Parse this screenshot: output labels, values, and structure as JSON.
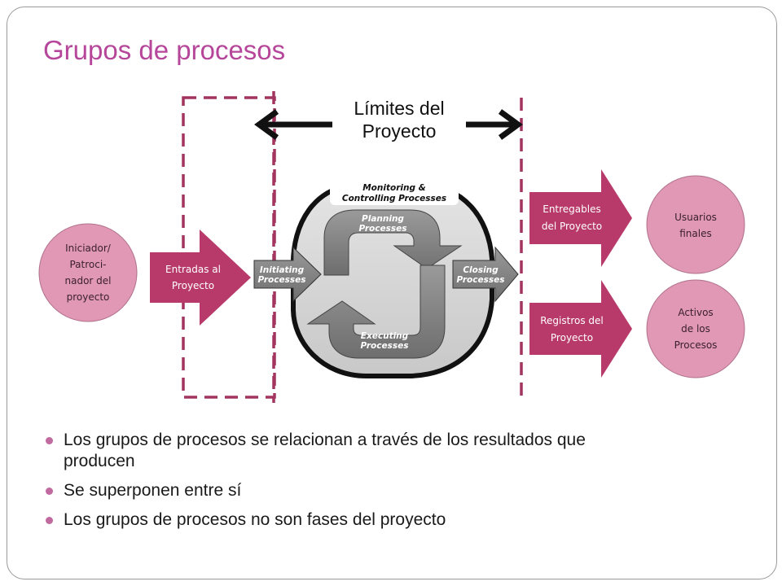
{
  "slide": {
    "title": "Grupos de procesos"
  },
  "diagram": {
    "boundary_label_line1": "Límites del",
    "boundary_label_line2": "Proyecto",
    "initiator": {
      "line1": "Iniciador/",
      "line2": "Patroci-",
      "line3": "nador del",
      "line4": "proyecto"
    },
    "inputs_arrow": {
      "line1": "Entradas al",
      "line2": "Proyecto"
    },
    "deliverables_arrow": {
      "line1": "Entregables",
      "line2": "del Proyecto"
    },
    "records_arrow": {
      "line1": "Registros del",
      "line2": "Proyecto"
    },
    "end_users": {
      "line1": "Usuarios",
      "line2": "finales"
    },
    "process_assets": {
      "line1": "Activos",
      "line2": "de los",
      "line3": "Procesos"
    },
    "process_groups": {
      "monitoring_line1": "Monitoring &",
      "monitoring_line2": "Controlling Processes",
      "planning_line1": "Planning",
      "planning_line2": "Processes",
      "initiating_line1": "Initiating",
      "initiating_line2": "Processes",
      "closing_line1": "Closing",
      "closing_line2": "Processes",
      "executing_line1": "Executing",
      "executing_line2": "Processes"
    },
    "colors": {
      "arrow_fill": "#b83a6a",
      "circle_fill": "#e098b4",
      "boundary_dash": "#a3345f",
      "title": "#b6469a"
    }
  },
  "bullets": [
    {
      "line1": "Los grupos de procesos se relacionan a través de los resultados que",
      "line2": "producen"
    },
    {
      "line1": "Se superponen entre sí"
    },
    {
      "line1": "Los grupos de procesos no son fases del proyecto"
    }
  ]
}
